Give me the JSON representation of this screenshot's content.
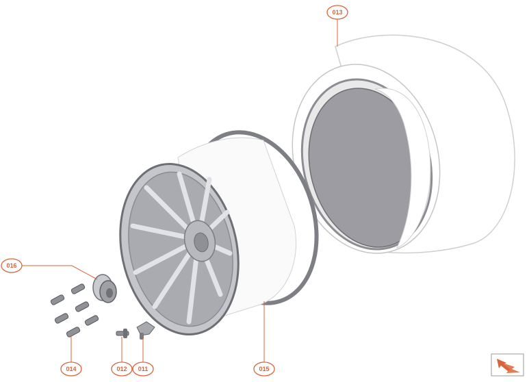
{
  "callouts": {
    "c013": "013",
    "c016": "016",
    "c014": "014",
    "c012": "012",
    "c011": "011",
    "c015": "015"
  },
  "colors": {
    "accent": "#d9643a",
    "tire_body": "#ffffff",
    "tire_outline": "#c8c8c8",
    "tire_inner": "#9a9aa0",
    "rim_dark": "#7d7f85",
    "rim_light": "#b9bbc0",
    "barrel": "#fafafa"
  },
  "icons": {
    "nav": "double-arrow-down-right-icon"
  }
}
